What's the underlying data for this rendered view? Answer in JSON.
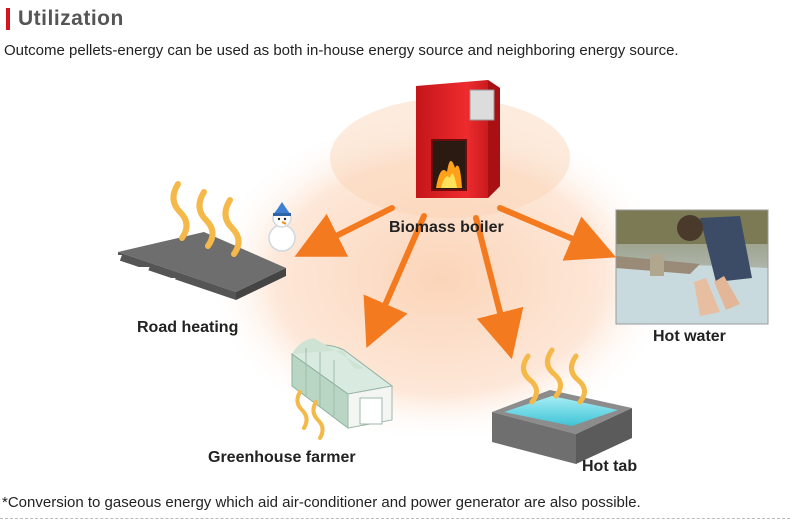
{
  "heading": "Utilization",
  "intro": "Outcome pellets-energy can be used as both in-house energy source and neighboring energy source.",
  "diagram": {
    "center_label": "Biomass boiler",
    "destinations": {
      "road_heating": "Road heating",
      "greenhouse": "Greenhouse farmer",
      "hot_tub": "Hot tab",
      "hot_water": "Hot water"
    }
  },
  "footnote": "*Conversion to gaseous energy which aid air-conditioner and power generator are also possible.",
  "colors": {
    "accent": "#d7141e",
    "arrow": "#f47a1f",
    "glow": "#fbd2b4",
    "boiler": "#e8262a",
    "heat_wave": "#f5b94a",
    "water": "#6fd9e6"
  },
  "icons": [
    "boiler-icon",
    "road-icon",
    "snowman-icon",
    "greenhouse-icon",
    "hot-tub-icon",
    "heat-wave-icon",
    "hot-water-photo"
  ]
}
